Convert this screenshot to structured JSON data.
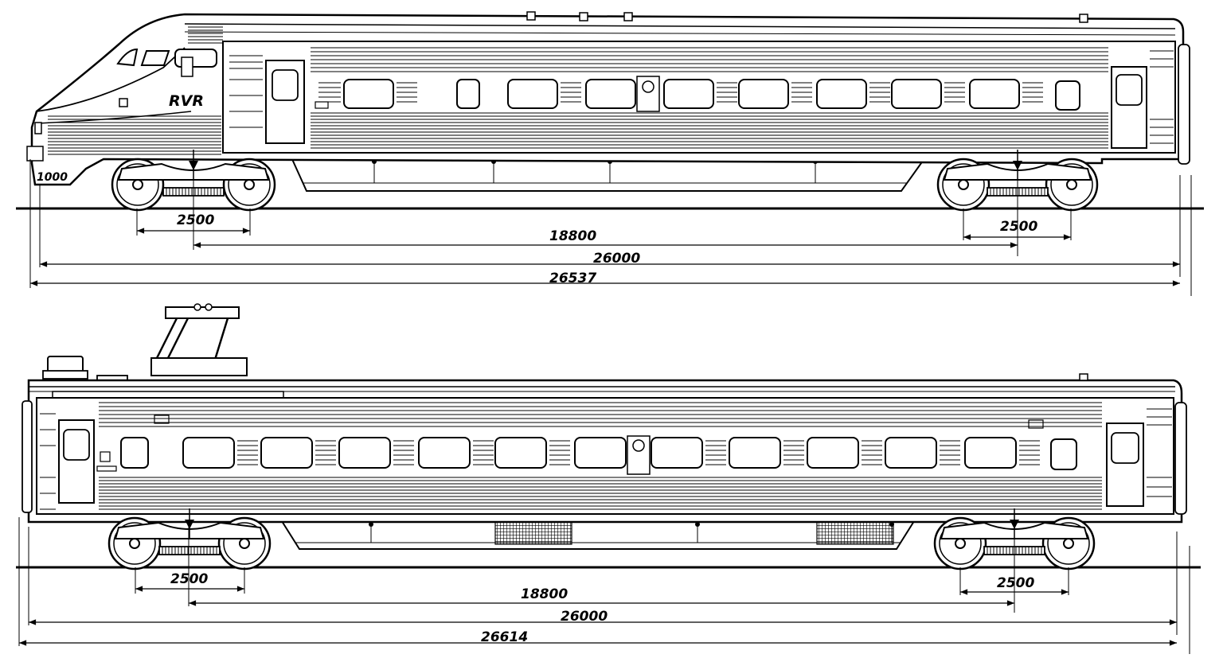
{
  "diagram": {
    "head_car": {
      "brand": "RVR",
      "number": "1000",
      "dimensions": {
        "bogie_wheelbase_left": "2500",
        "bogie_wheelbase_right": "2500",
        "bogie_centers": "18800",
        "body_length": "26000",
        "overall_length": "26537"
      }
    },
    "motor_car": {
      "dimensions": {
        "bogie_wheelbase_left": "2500",
        "bogie_wheelbase_right": "2500",
        "bogie_centers": "18800",
        "body_length": "26000",
        "overall_length": "26614"
      }
    }
  }
}
